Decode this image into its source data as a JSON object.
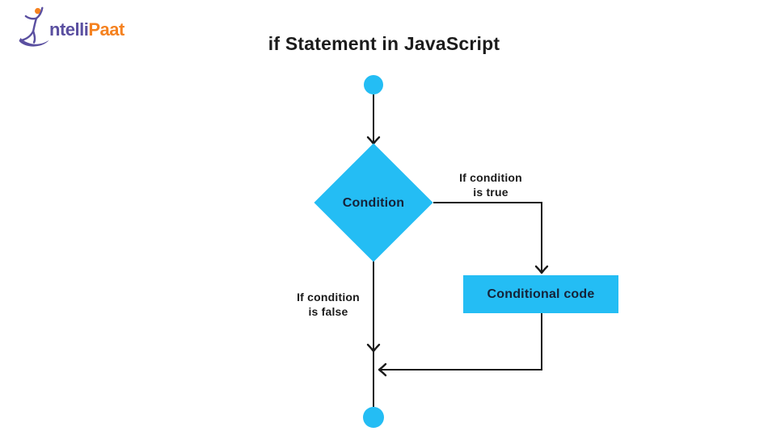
{
  "colors": {
    "accent": "#24bdf4",
    "line": "#1a1a1a",
    "node_text": "#152238",
    "title_text": "#1c1c1c",
    "label_text": "#1a1a1a",
    "logo_purple": "#5a4fa0",
    "logo_orange": "#f58220"
  },
  "logo": {
    "part1": "ntelli",
    "part2": "Paat",
    "figure_icon": "dancing-person"
  },
  "header": {
    "title": "if Statement in JavaScript"
  },
  "flowchart": {
    "start_node": {
      "type": "circle"
    },
    "condition_node": {
      "type": "diamond",
      "label": "Condition"
    },
    "conditional_code_node": {
      "type": "rectangle",
      "label": "Conditional code"
    },
    "end_node": {
      "type": "circle"
    },
    "true_branch": {
      "line1": "If condition",
      "line2": "is true"
    },
    "false_branch": {
      "line1": "If condition",
      "line2": "is false"
    }
  }
}
